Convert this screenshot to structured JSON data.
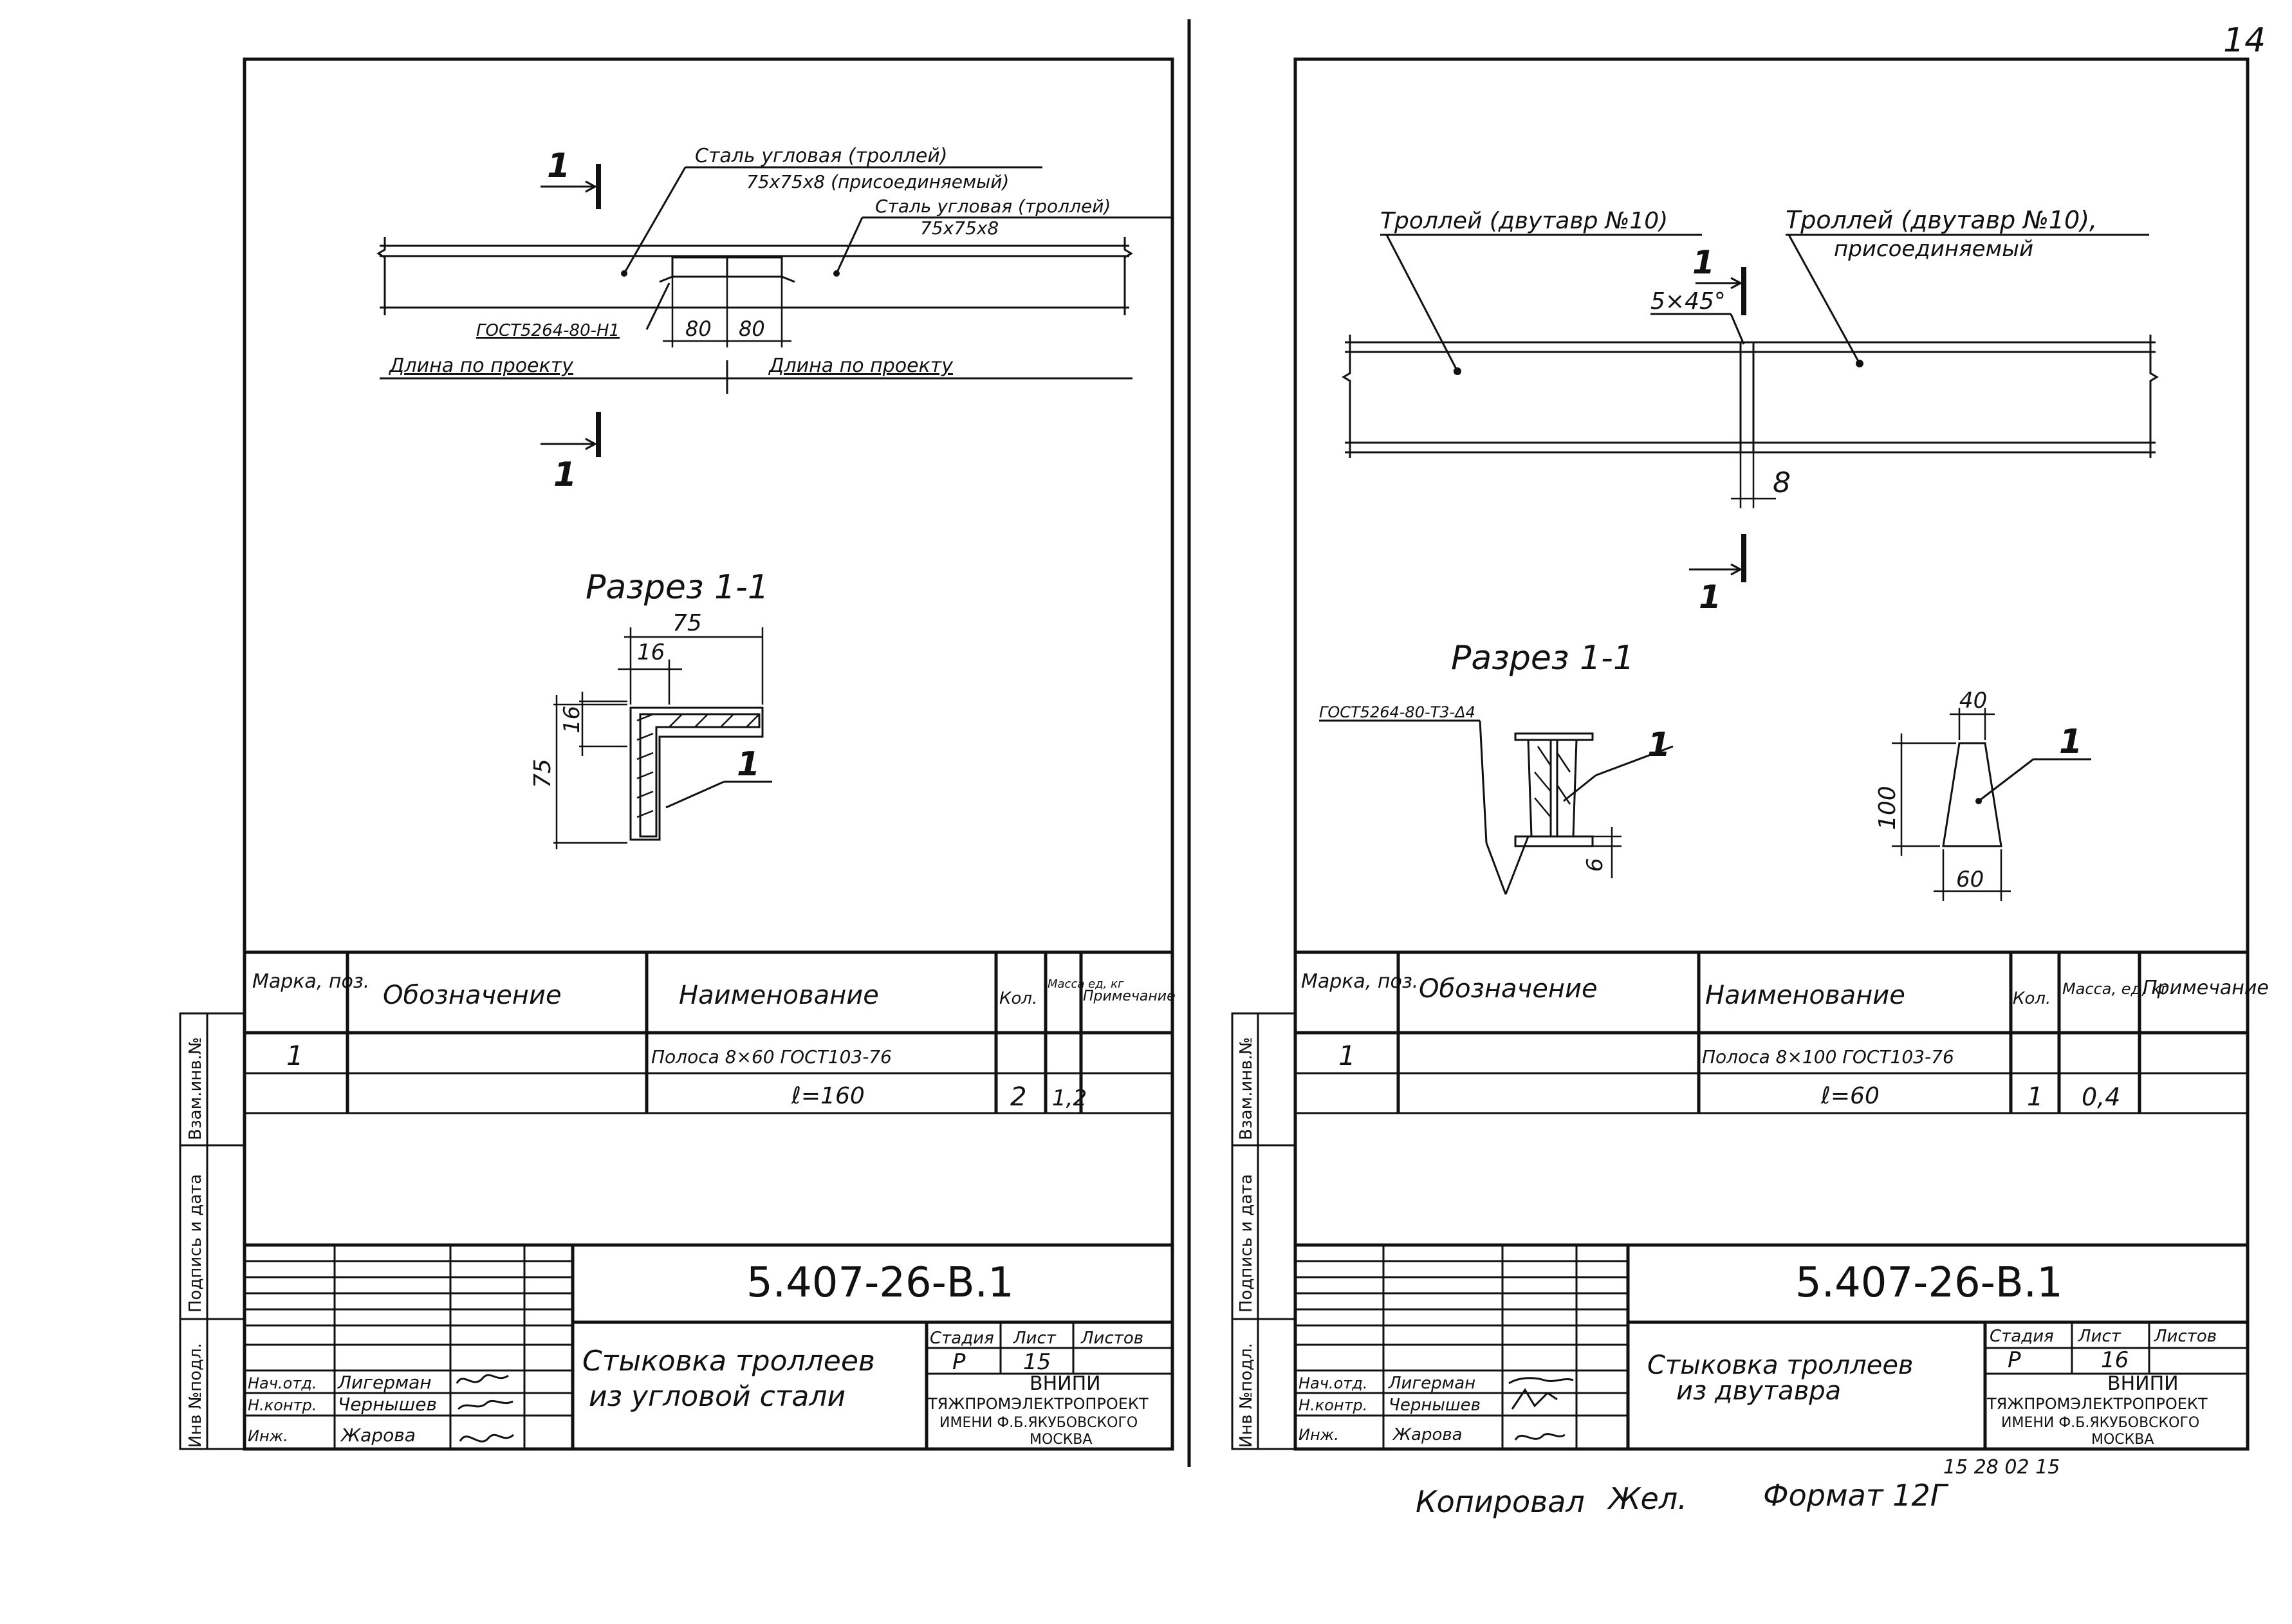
{
  "page_number": "14",
  "sheets": [
    {
      "plan": {
        "section_mark": "1",
        "label_joined": "Сталь угловая (троллей)",
        "label_joined_size": "75х75х8 (присоединяемый)",
        "label_main": "Сталь угловая (троллей)",
        "label_main_size": "75х75х8",
        "weld": "ГОСТ5264-80-Н1",
        "dim_80a": "80",
        "dim_80b": "80",
        "length_left": "Длина по проекту",
        "length_right": "Длина по проекту"
      },
      "section": {
        "title": "Разрез 1-1",
        "dim_75_top": "75",
        "dim_16_top": "16",
        "dim_16_side": "16",
        "dim_75_side": "75",
        "position": "1"
      },
      "spec": {
        "headers": [
          "Марка, поз.",
          "Обозначение",
          "Наименование",
          "Кол.",
          "Масса ед, кг",
          "Примечание"
        ],
        "rows": [
          {
            "mark": "1",
            "designation": "",
            "name": "Полоса 8×60 ГОСТ103-76",
            "qty": "",
            "mass": "",
            "note": ""
          },
          {
            "mark": "",
            "designation": "",
            "name": "ℓ=160",
            "qty": "2",
            "mass": "1,2",
            "note": ""
          }
        ]
      },
      "side_stamp": [
        "Инв №подл.",
        "Подпись и дата",
        "Взам.инв.№"
      ],
      "title_block": {
        "code": "5.407-26-В.1",
        "title_line1": "Стыковка троллеев",
        "title_line2": "из угловой стали",
        "stage_label": "Стадия",
        "sheet_label": "Лист",
        "sheets_label": "Листов",
        "stage": "Р",
        "sheet": "15",
        "org_line1": "ВНИПИ",
        "org_line2": "ТЯЖПРОМЭЛЕКТРОПРОЕКТ",
        "org_line3": "ИМЕНИ Ф.Б.ЯКУБОВСКОГО",
        "org_line4": "МОСКВА",
        "staff": [
          {
            "role": "Нач.отд.",
            "name": "Лигерман"
          },
          {
            "role": "Н.контр.",
            "name": "Чернышев"
          },
          {
            "role": "Инж.",
            "name": "Жарова"
          }
        ]
      }
    },
    {
      "plan": {
        "label_main": "Троллей (двутавр №10)",
        "label_joined": "Троллей (двутавр №10),",
        "label_joined_2": "присоединяемый",
        "chamfer": "5×45°",
        "section_mark": "1",
        "dim_8": "8"
      },
      "section": {
        "title": "Разрез 1-1",
        "weld": "ГОСТ5264-80-Т3-Δ4",
        "position": "1",
        "dim_6": "6",
        "plate_top": "40",
        "plate_height": "100",
        "plate_bottom": "60",
        "plate_position": "1"
      },
      "spec": {
        "headers": [
          "Марка, поз.",
          "Обозначение",
          "Наименование",
          "Кол.",
          "Масса, ед, кг",
          "Примечание"
        ],
        "rows": [
          {
            "mark": "1",
            "designation": "",
            "name": "Полоса 8×100 ГОСТ103-76",
            "qty": "",
            "mass": "",
            "note": ""
          },
          {
            "mark": "",
            "designation": "",
            "name": "ℓ=60",
            "qty": "1",
            "mass": "0,4",
            "note": ""
          }
        ]
      },
      "side_stamp": [
        "Инв №подл.",
        "Подпись и дата",
        "Взам.инв.№"
      ],
      "title_block": {
        "code": "5.407-26-В.1",
        "title_line1": "Стыковка троллеев",
        "title_line2": "из двутавра",
        "stage_label": "Стадия",
        "sheet_label": "Лист",
        "sheets_label": "Листов",
        "stage": "Р",
        "sheet": "16",
        "org_line1": "ВНИПИ",
        "org_line2": "ТЯЖПРОМЭЛЕКТРОПРОЕКТ",
        "org_line3": "ИМЕНИ Ф.Б.ЯКУБОВСКОГО",
        "org_line4": "МОСКВА",
        "staff": [
          {
            "role": "Нач.отд.",
            "name": "Лигерман"
          },
          {
            "role": "Н.контр.",
            "name": "Чернышев"
          },
          {
            "role": "Инж.",
            "name": "Жарова"
          }
        ]
      }
    }
  ],
  "footer": {
    "copied_by": "Копировал",
    "copier_name": "Жел.",
    "format": "Формат 12Г",
    "date": "15 28 02 15"
  }
}
